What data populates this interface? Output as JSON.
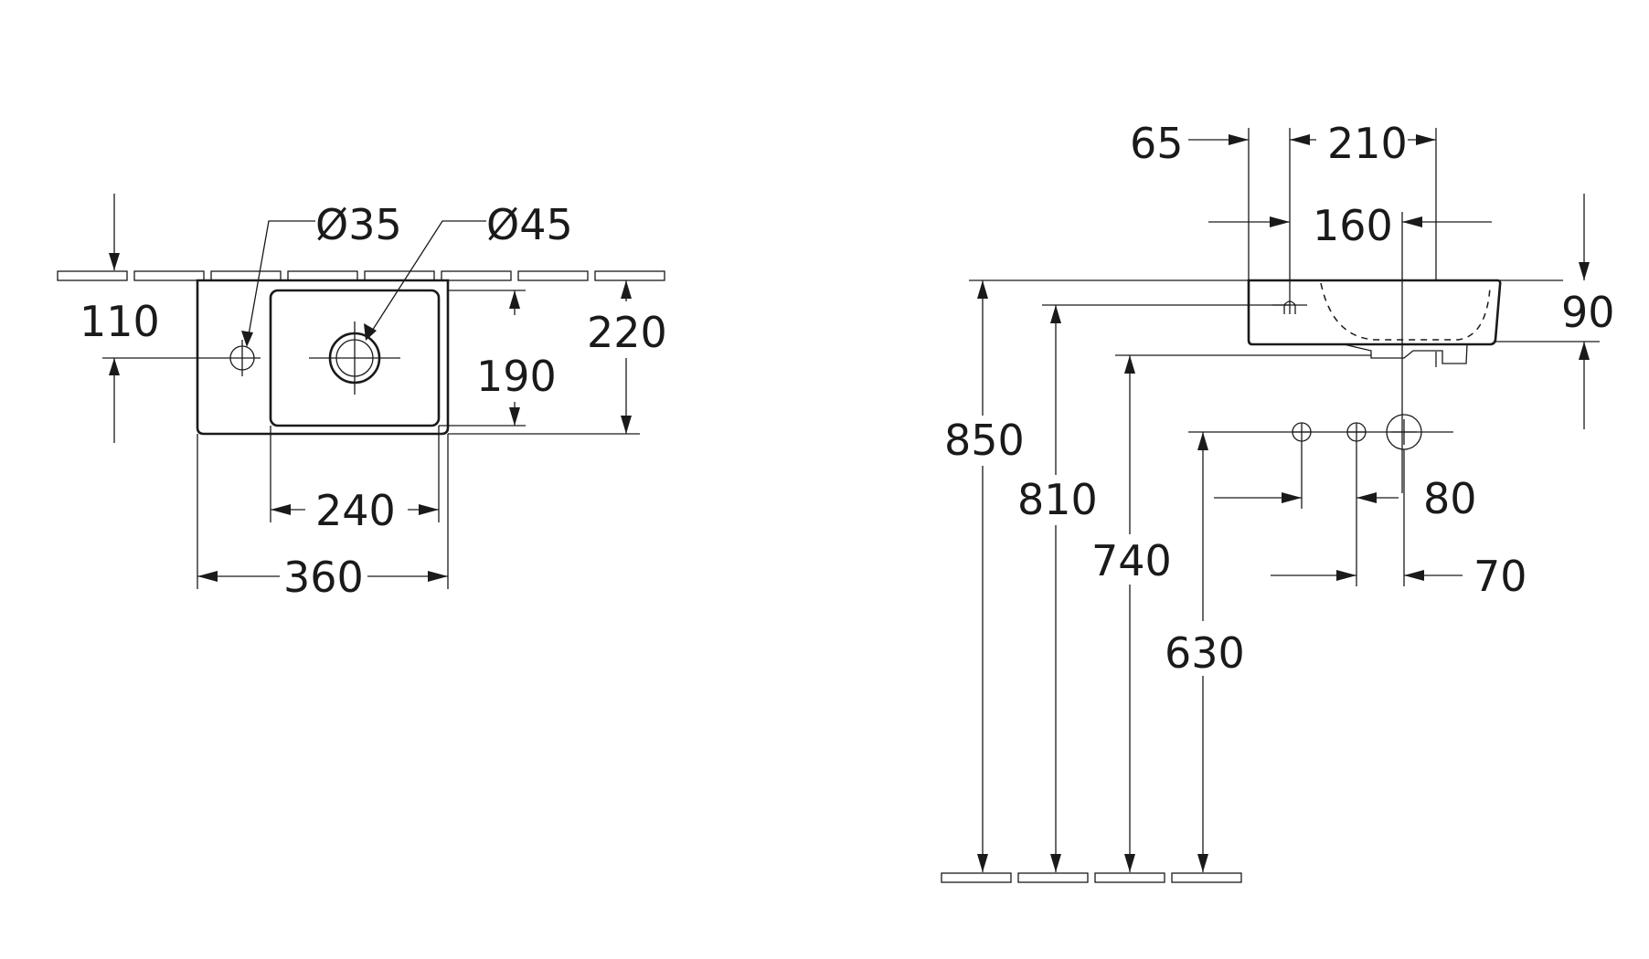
{
  "colors": {
    "line": "#1a1a1a",
    "background": "#ffffff"
  },
  "top_view": {
    "dim_tap_hole_diameter": "Ø35",
    "dim_waste_diameter": "Ø45",
    "dim_tap_hole_offset": "110",
    "dim_bowl_depth": "190",
    "dim_total_depth": "220",
    "dim_bowl_width": "240",
    "dim_total_width": "360"
  },
  "side_view": {
    "dim_tap_offset": "65",
    "dim_tap_to_front": "210",
    "dim_waste_offset": "160",
    "dim_basin_height": "90",
    "dim_top_height": "850",
    "dim_tap_hole_height": "810",
    "dim_underside_height": "740",
    "dim_connection_height": "630",
    "dim_supply_spacing": "80",
    "dim_waste_spacing": "70"
  }
}
